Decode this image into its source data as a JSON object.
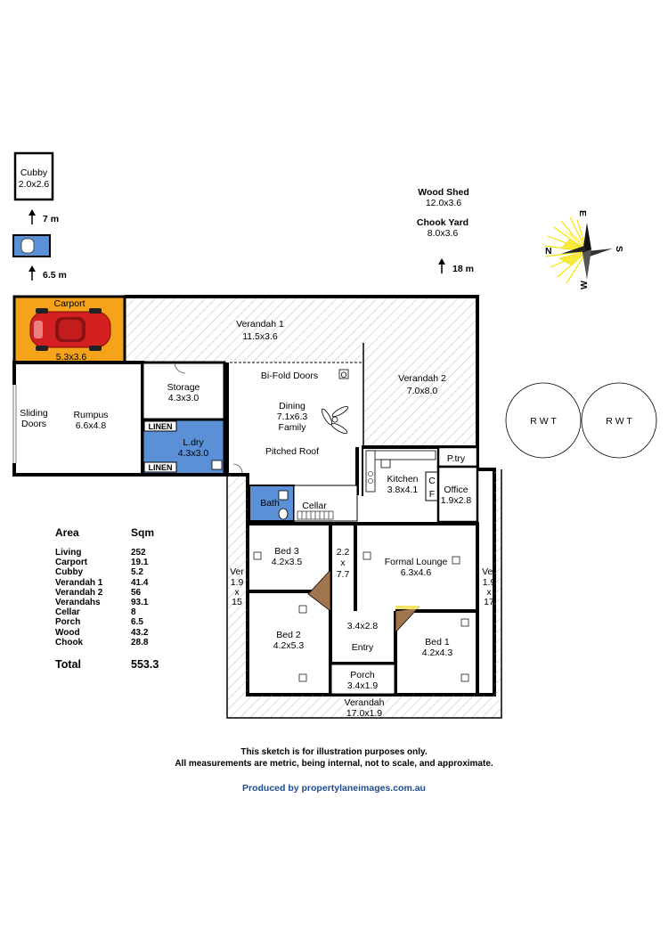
{
  "rooms": {
    "cubby": {
      "name": "Cubby",
      "size": "2.0x2.6"
    },
    "carport": {
      "name": "Carport",
      "size": "5.3x3.6"
    },
    "verandah1": {
      "name": "Verandah 1",
      "size": "11.5x3.6"
    },
    "verandah2": {
      "name": "Verandah 2",
      "size": "7.0x8.0"
    },
    "rumpus": {
      "name": "Rumpus",
      "size": "6.6x4.8"
    },
    "sliding_doors": {
      "line1": "Sliding",
      "line2": "Doors"
    },
    "storage": {
      "name": "Storage",
      "size": "4.3x3.0"
    },
    "laundry": {
      "name": "L.dry",
      "size": "4.3x3.0"
    },
    "linen1": "LINEN",
    "linen2": "LINEN",
    "bifold": "Bi-Fold Doors",
    "dining": {
      "name": "Dining",
      "size": "7.1x6.3",
      "sub": "Family"
    },
    "pitched_roof": "Pitched Roof",
    "kitchen": {
      "name": "Kitchen",
      "size": "3.8x4.1"
    },
    "pantry": "P.try",
    "office": {
      "name": "Office",
      "size": "1.9x2.8"
    },
    "cf": {
      "c": "C",
      "f": "F"
    },
    "bath": "Bath",
    "cellar": "Cellar",
    "bed3": {
      "name": "Bed 3",
      "size": "4.2x3.5"
    },
    "hall": {
      "l1": "2.2",
      "l2": "x",
      "l3": "7.7"
    },
    "formal_lounge": {
      "name": "Formal Lounge",
      "size": "6.3x4.6"
    },
    "ver_left": {
      "l1": "Ver",
      "l2": "1.9",
      "l3": "x",
      "l4": "15"
    },
    "ver_right": {
      "l1": "Ver",
      "l2": "1.9",
      "l3": "x",
      "l4": "17"
    },
    "bed2": {
      "name": "Bed 2",
      "size": "4.2x5.3"
    },
    "entry": {
      "size": "3.4x2.8",
      "name": "Entry"
    },
    "bed1": {
      "name": "Bed 1",
      "size": "4.2x4.3"
    },
    "porch": {
      "name": "Porch",
      "size": "3.4x1.9"
    },
    "verandah_front": {
      "name": "Verandah",
      "size": "17.0x1.9"
    }
  },
  "outbuildings": {
    "wood_shed": {
      "name": "Wood Shed",
      "size": "12.0x3.6"
    },
    "chook_yard": {
      "name": "Chook Yard",
      "size": "8.0x3.6"
    },
    "rwt1": "R W T",
    "rwt2": "R W T"
  },
  "distances": {
    "d1": "7 m",
    "d2": "6.5 m",
    "d3": "18 m"
  },
  "compass": {
    "n": "N",
    "e": "E",
    "s": "S",
    "w": "W"
  },
  "area_table": {
    "header_area": "Area",
    "header_sqm": "Sqm",
    "rows": [
      {
        "name": "Living",
        "sqm": "252"
      },
      {
        "name": "Carport",
        "sqm": "19.1"
      },
      {
        "name": "Cubby",
        "sqm": "5.2"
      },
      {
        "name": "Verandah 1",
        "sqm": "41.4"
      },
      {
        "name": "Verandah 2",
        "sqm": "56"
      },
      {
        "name": "Verandahs",
        "sqm": "93.1"
      },
      {
        "name": "Cellar",
        "sqm": "8"
      },
      {
        "name": "Porch",
        "sqm": "6.5"
      },
      {
        "name": "Wood",
        "sqm": "43.2"
      },
      {
        "name": "Chook",
        "sqm": "28.8"
      }
    ],
    "total_label": "Total",
    "total_value": "553.3"
  },
  "disclaimer": {
    "line1": "This sketch is for illustration purposes only.",
    "line2": "All measurements are metric, being internal, not to scale, and approximate."
  },
  "credit": "Produced by propertylaneimages.com.au",
  "colors": {
    "carport": "#f5a31a",
    "laundry": "#5b8fd6",
    "car": "#d42020",
    "credit": "#1e4b8f"
  }
}
